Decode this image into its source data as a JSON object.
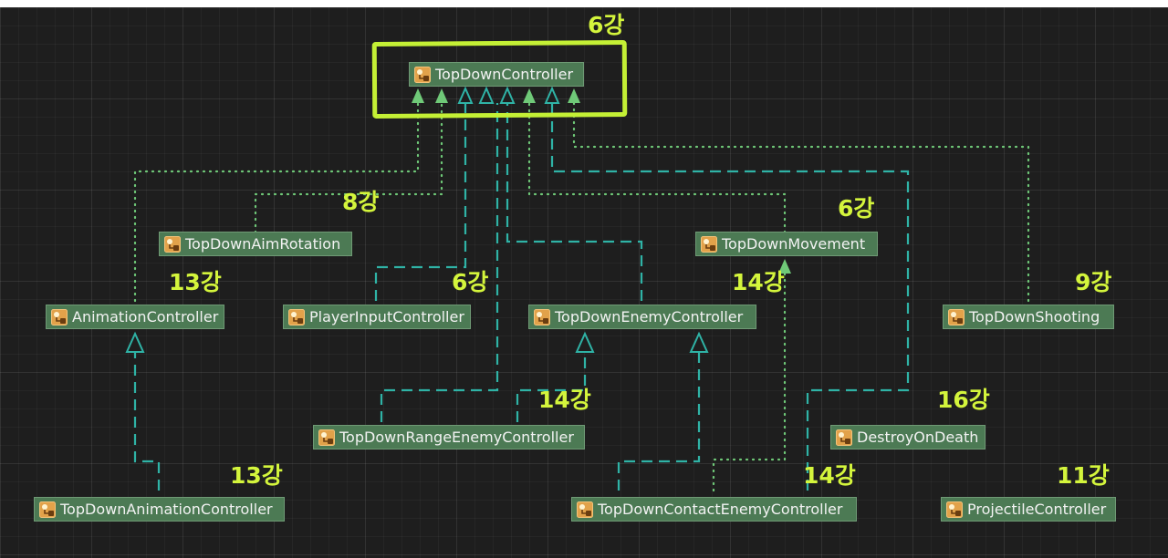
{
  "colors": {
    "background": "#1e1e1e",
    "node_fill": "#4c7a54",
    "node_border": "#6f9a75",
    "node_text": "#f2f2f2",
    "inherit_line": "#2fb3a6",
    "realize_line": "#6fc978",
    "annotation": "#d4f53c"
  },
  "icon": "class-icon",
  "nodes": {
    "topdown_controller": "TopDownController",
    "topdown_aim_rotation": "TopDownAimRotation",
    "topdown_movement": "TopDownMovement",
    "animation_controller": "AnimationController",
    "player_input_controller": "PlayerInputController",
    "topdown_enemy_controller": "TopDownEnemyController",
    "topdown_shooting": "TopDownShooting",
    "topdown_range_enemy_controller": "TopDownRangeEnemyController",
    "destroy_on_death": "DestroyOnDeath",
    "topdown_animation_controller": "TopDownAnimationController",
    "topdown_contact_enemy_controller": "TopDownContactEnemyController",
    "projectile_controller": "ProjectileController"
  },
  "annotations": {
    "topdown_controller": "6강",
    "topdown_aim_rotation": "8강",
    "topdown_movement": "6강",
    "animation_controller": "13강",
    "player_input_controller": "6강",
    "topdown_enemy_controller": "14강",
    "topdown_shooting": "9강",
    "topdown_range_enemy_controller": "14강",
    "destroy_on_death": "16강",
    "topdown_animation_controller": "13강",
    "topdown_contact_enemy_controller": "14강",
    "projectile_controller": "11강"
  }
}
